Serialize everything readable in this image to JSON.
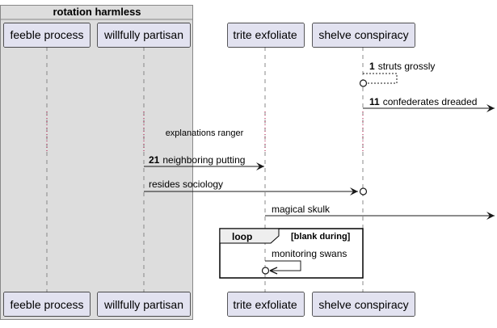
{
  "group": {
    "title": "rotation harmless"
  },
  "participants": [
    {
      "id": "p1",
      "label": "feeble process"
    },
    {
      "id": "p2",
      "label": "willfully partisan"
    },
    {
      "id": "p3",
      "label": "trite exfoliate"
    },
    {
      "id": "p4",
      "label": "shelve conspiracy"
    }
  ],
  "messages": [
    {
      "number": "1",
      "text": "struts grossly"
    },
    {
      "number": "11",
      "text": "confederates dreaded"
    },
    {
      "number": "21",
      "text": "neighboring putting"
    },
    {
      "number": "",
      "text": "resides sociology"
    },
    {
      "number": "",
      "text": "magical skulk"
    },
    {
      "number": "",
      "text": "monitoring swans"
    }
  ],
  "delay": {
    "text": "explanations ranger"
  },
  "loop": {
    "keyword": "loop",
    "guard": "[blank during]"
  },
  "colors": {
    "group_fill": "#dddddd",
    "group_border": "#888888",
    "participant_fill": "#e2e2f0",
    "participant_border": "#181818",
    "lifeline": "#888888",
    "delay_dots": "#a80036",
    "arrow": "#181818"
  }
}
